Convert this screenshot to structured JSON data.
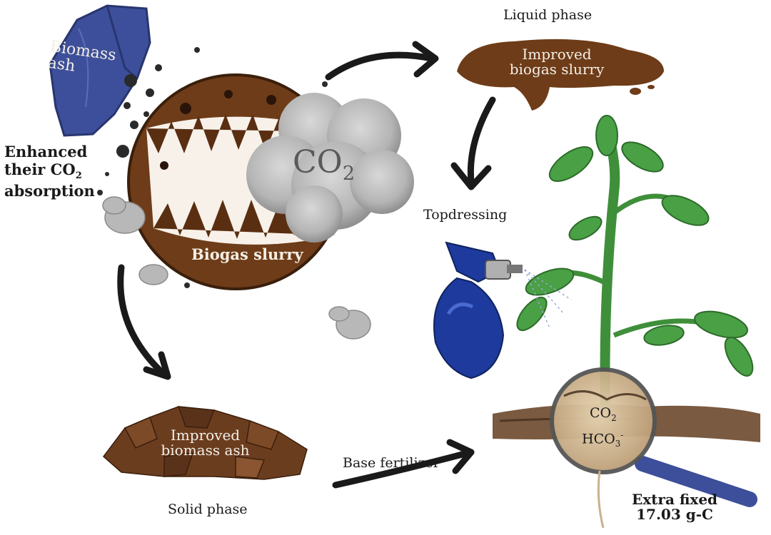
{
  "colors": {
    "ash_bag": "#3d4f9a",
    "slurry_brown": "#6e3c18",
    "ash_brown": "#6b3d1f",
    "co2_cloud": "#9a9a9a",
    "sprayer_blue": "#1d3a9c",
    "plant_green": "#3f8f3a",
    "soil": "#7a5a40",
    "text_dark": "#1a1a1a",
    "text_light": "#f3efe6"
  },
  "labels": {
    "biomass_ash": "Biomass ash",
    "enhanced_absorption": {
      "line1": "Enhanced",
      "line2_prefix": "their CO",
      "line2_sub": "2",
      "line3": "absorption"
    },
    "co2_cloud": {
      "main": "CO",
      "sub": "2"
    },
    "biogas_slurry": "Biogas slurry",
    "liquid_phase": "Liquid phase",
    "improved_biogas_slurry": {
      "line1": "Improved",
      "line2": "biogas slurry"
    },
    "topdressing": "Topdressing",
    "improved_biomass_ash": {
      "line1": "Improved",
      "line2": "biomass ash"
    },
    "solid_phase": "Solid phase",
    "base_fertilizer": "Base fertilizer",
    "lens_co2": {
      "main": "CO",
      "sub": "2"
    },
    "lens_hco3": {
      "main": "HCO",
      "sub": "3",
      "sup": "-"
    },
    "extra_fixed": {
      "line1": "Extra fixed",
      "line2": "17.03 g-C"
    }
  },
  "icons": [
    "biomass-ash-bag-icon",
    "biogas-slurry-monster-icon",
    "co2-cloud-icon",
    "sprayer-icon",
    "plant-icon",
    "magnifier-icon"
  ]
}
